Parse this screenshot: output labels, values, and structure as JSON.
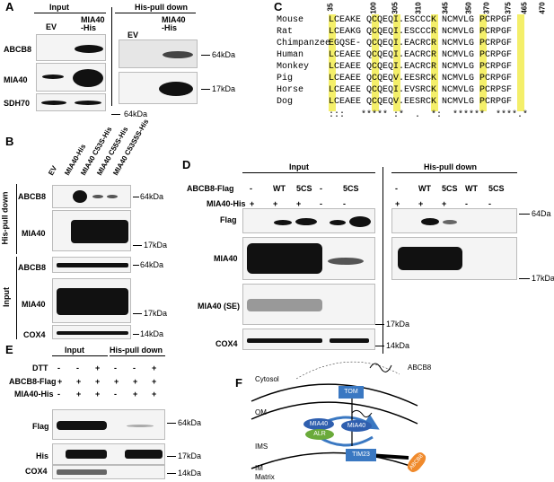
{
  "panelA": {
    "letter": "A",
    "input": "Input",
    "pull": "His-pull down",
    "lane_ev": "EV",
    "lane_mia": "MIA40\n-His",
    "rows": [
      "ABCB8",
      "MIA40",
      "SDH70"
    ],
    "m64": "64kDa",
    "m17": "17kDa",
    "m64b": "64kDa"
  },
  "panelB": {
    "letter": "B",
    "lanes": [
      "EV",
      "MIA40-His",
      "MIA40 C53S-His",
      "MIA40 C55S-His",
      "MIA40 C53S5S-His"
    ],
    "side1": "His-pull down",
    "side2": "Input",
    "rows": [
      "ABCB8",
      "MIA40",
      "ABCB8",
      "MIA40",
      "COX4"
    ],
    "m1": "64kDa",
    "m2": "17kDa",
    "m3": "64kDa",
    "m4": "17kDa",
    "m5": "14kDa"
  },
  "panelC": {
    "letter": "C",
    "positions": [
      "35",
      "100",
      "305",
      "310",
      "345",
      "350",
      "370",
      "375",
      "465",
      "470"
    ],
    "species": [
      "Mouse",
      "Rat",
      "Chimpanzee",
      "Human",
      "Monkey",
      "Pig",
      "Horse",
      "Dog"
    ],
    "seqs": [
      "LCEAKE QCQEQI.ESCCCK NCMVLG PCRPGF",
      "LCEAKG QCQEQI.ESCCCR NCMVLG PCRPGF",
      "EGQSE- QCQEQI.EACRCR NCMVLG PCRPGF",
      "LCEAEE QCQEQI.EACRCR NCMVLG PCRPGF",
      "LCEAEE QCQEQI.EACRCR NCMVLG PCRPGF",
      "LCEAEE QCQEQV.EESRCK NCMVLG PCRPGF",
      "LCEAEE QCQEQI.EVSRCK NCMVLG PCRPSF",
      "LCEAEE QCQEQV.EESRCK NCMVLG PCRPGF"
    ],
    "consensus": " :::   ***** :*  .  *:  ******  ****.*"
  },
  "panelD": {
    "letter": "D",
    "input": "Input",
    "pull": "His-pull down",
    "flagrow": "ABCB8-Flag",
    "hisrow": "MIA40-His",
    "flag_vals": [
      "-",
      "WT",
      "5CS",
      "-",
      "5CS"
    ],
    "his_vals": [
      "+",
      "+",
      "+",
      "-",
      "-"
    ],
    "pull_flag": [
      "-",
      "WT",
      "5CS",
      "WT",
      "5CS"
    ],
    "pull_his": [
      "+",
      "+",
      "+",
      "-",
      "-"
    ],
    "rows": [
      "Flag",
      "MIA40",
      "MIA40 (SE)",
      "COX4"
    ],
    "m64": "64Da",
    "m17a": "17kDa",
    "m17b": "17kDa",
    "m14": "14kDa"
  },
  "panelE": {
    "letter": "E",
    "input": "Input",
    "pull": "His-pull down",
    "r1": "DTT",
    "r2": "ABCB8-Flag",
    "r3": "MIA40-His",
    "dtt": [
      "-",
      "-",
      "+",
      "-",
      "-",
      "+"
    ],
    "flag": [
      "+",
      "+",
      "+",
      "+",
      "+",
      "+"
    ],
    "his": [
      "-",
      "+",
      "+",
      "-",
      "+",
      "+"
    ],
    "rows": [
      "Flag",
      "His",
      "COX4"
    ],
    "m64": "64kDa",
    "m17": "17kDa",
    "m14": "14kDa"
  },
  "panelF": {
    "letter": "F",
    "cytosol": "Cytosol",
    "om": "OM",
    "ims": "IMS",
    "im": "IM",
    "matrix": "Matrix",
    "tom": "TOM",
    "tim": "TIM23",
    "abcb8": "ABCB8",
    "mia1": "MIA40",
    "alr": "ALR",
    "mia2": "MIA40",
    "abcb8b": "ABCB8",
    "colors": {
      "box": "#3a78c2",
      "ellipse": "#2f5faf",
      "alr": "#6aaa3a",
      "orange": "#f08a2c"
    }
  }
}
